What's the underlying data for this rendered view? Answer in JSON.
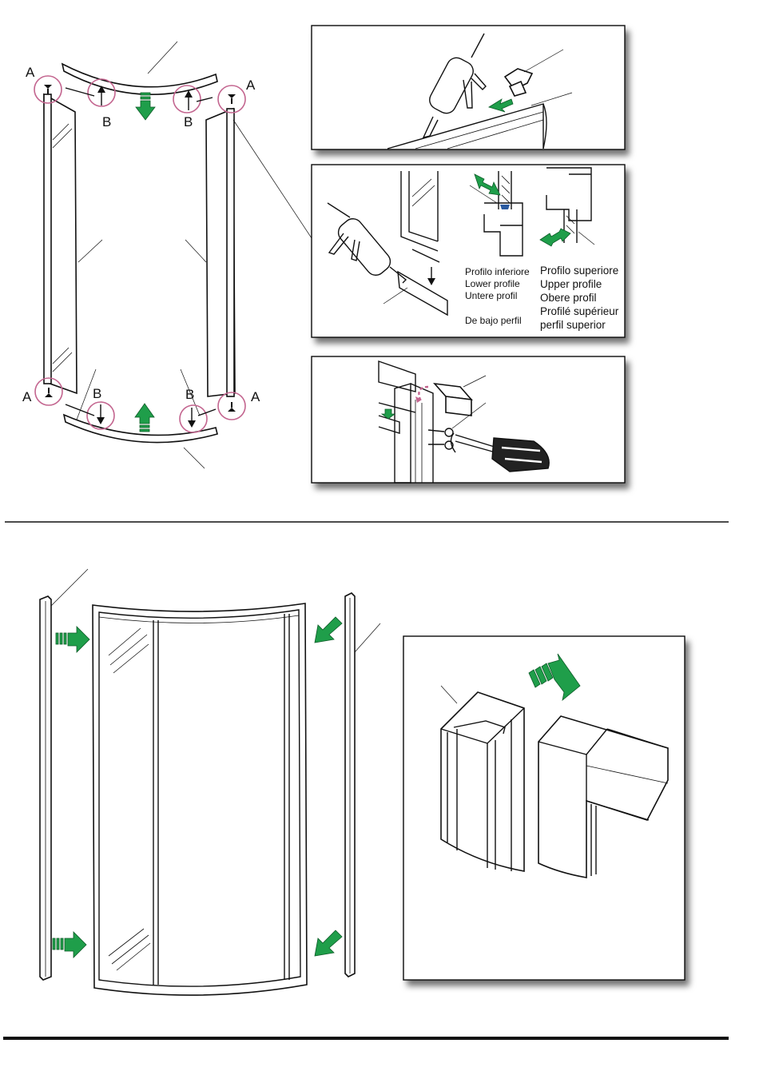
{
  "step1": {
    "callouts": {
      "a": "A",
      "b": "B"
    }
  },
  "lower_profile_captions": [
    "Profilo inferiore",
    "Lower profile",
    "Untere profil",
    "De bajo perfil"
  ],
  "upper_profile_captions": [
    "Profilo superiore",
    "Upper profile",
    "Obere profil",
    "Profilé supérieur",
    "perfil superior"
  ],
  "colors": {
    "arrow_green": "#1f9e4a",
    "callout_pink": "#c3658f",
    "line_black": "#111111"
  },
  "icons": [
    "sealant-gun-icon",
    "screwdriver-icon",
    "push-arrow-icon"
  ]
}
